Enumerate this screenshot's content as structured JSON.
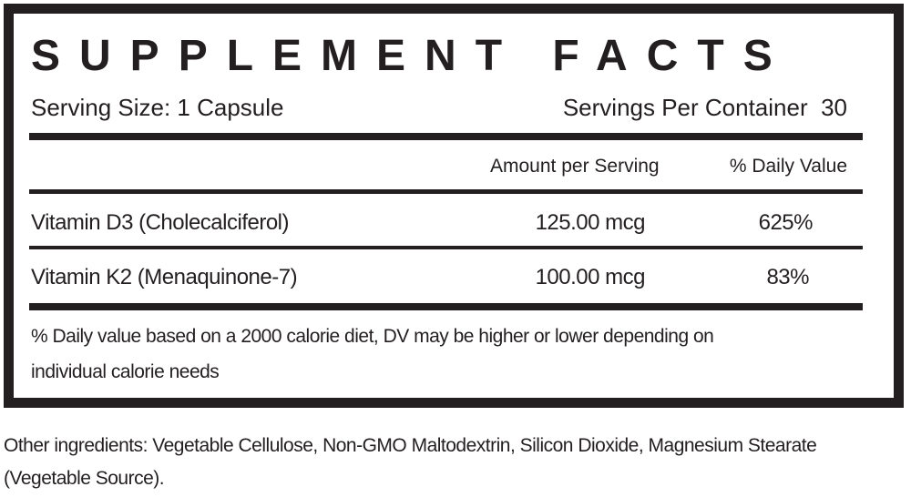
{
  "title": "SUPPLEMENT FACTS",
  "serving_size": "Serving Size: 1 Capsule",
  "servings_per_container": "Servings Per Container  30",
  "columns": {
    "amount": "Amount per Serving",
    "dv": "% Daily Value"
  },
  "rows": [
    {
      "name": "Vitamin D3 (Cholecalciferol)",
      "amount": "125.00 mcg",
      "dv": "625%"
    },
    {
      "name": "Vitamin K2 (Menaquinone-7)",
      "amount": "100.00 mcg",
      "dv": "83%"
    }
  ],
  "footnote": [
    "% Daily value based on a 2000 calorie diet, DV may be higher or lower depending on",
    "individual calorie needs"
  ],
  "other_ingredients": [
    "Other ingredients: Vegetable Cellulose, Non-GMO Maltodextrin, Silicon Dioxide, Magnesium Stearate",
    "(Vegetable Source)."
  ]
}
